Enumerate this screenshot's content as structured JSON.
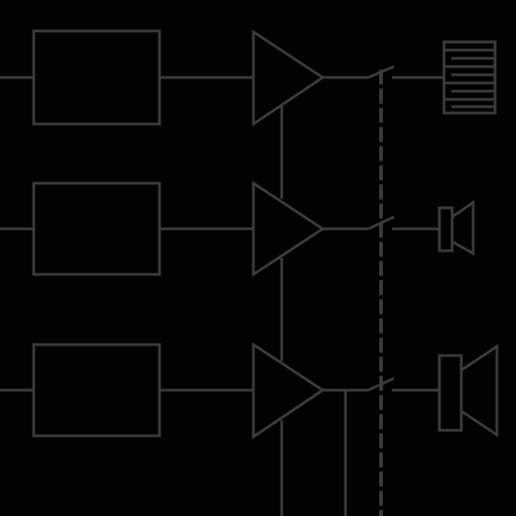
{
  "diagram": {
    "background_color": "#020202",
    "line_color": "#3b3b3b",
    "channels": [
      {
        "id": "channel-1",
        "output_device": "tweeter-array-icon"
      },
      {
        "id": "channel-2",
        "output_device": "small-speaker-icon"
      },
      {
        "id": "channel-3",
        "output_device": "large-speaker-icon"
      }
    ],
    "shared_control": "ganged-switch"
  }
}
